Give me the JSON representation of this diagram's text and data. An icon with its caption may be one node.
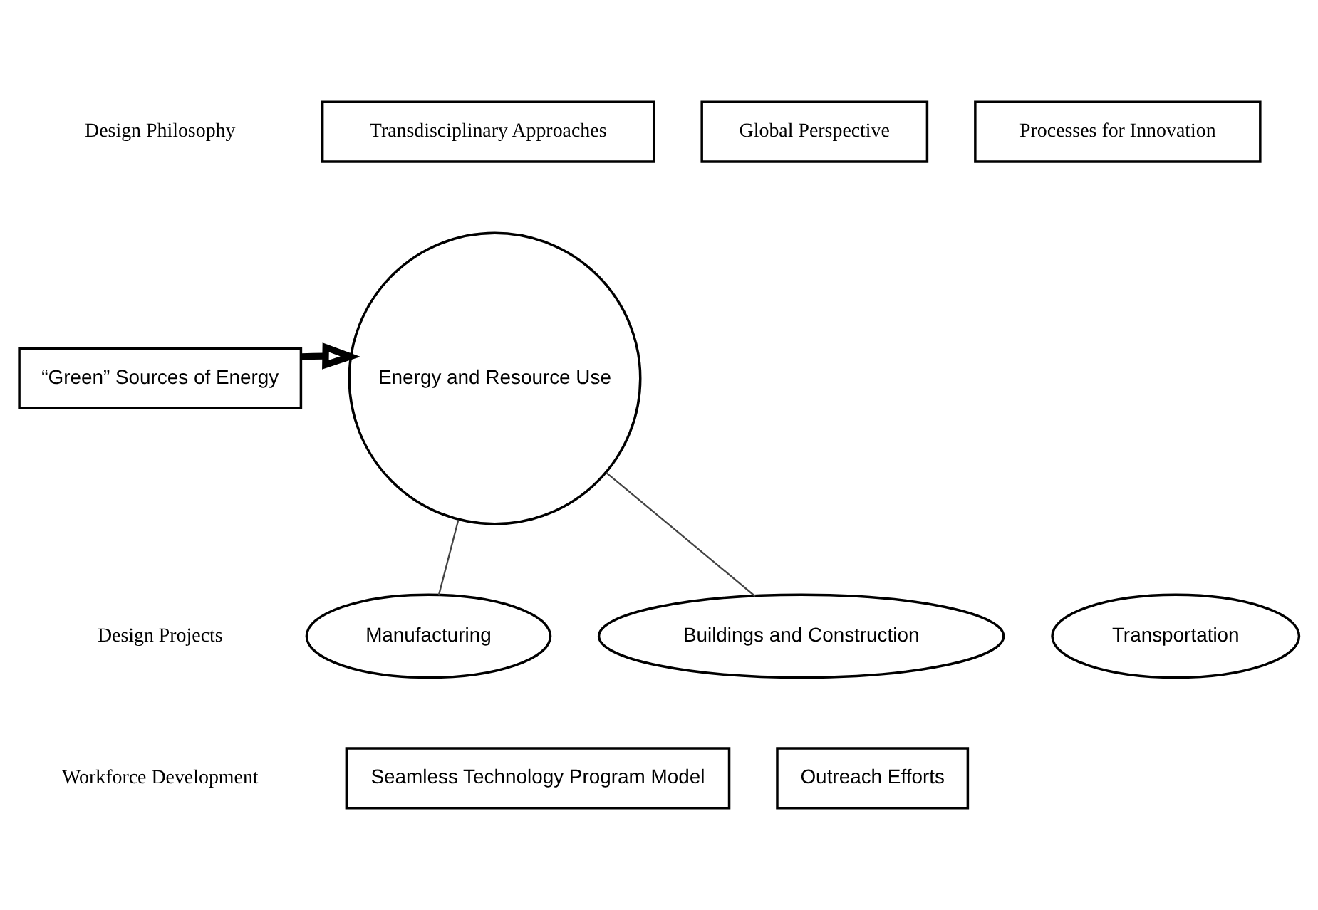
{
  "diagram": {
    "nodes": [
      {
        "text": [
          "Transdisciplinary Approaches"
        ]
      },
      {
        "text": [
          "Global Perspective"
        ]
      },
      {
        "text": [
          "Processes for Innovation"
        ]
      },
      {
        "text": [
          "“Green” Sources of Energy"
        ]
      },
      {
        "text": [
          "Energy and Resource Use"
        ]
      },
      {
        "text": [
          "Manufacturing"
        ]
      },
      {
        "text": [
          "Buildings and Construction"
        ]
      },
      {
        "text": [
          "Transportation"
        ]
      },
      {
        "text": [
          "Seamless Technology Program Model"
        ]
      },
      {
        "text": [
          "Outreach Efforts"
        ]
      }
    ],
    "edges": [
      {
        "from": 3,
        "to": 4,
        "arrow": "to",
        "style": "thick"
      },
      {
        "from": 4,
        "to": 6,
        "arrow": "none"
      },
      {
        "from": 4,
        "to": 5,
        "arrow": "none"
      }
    ],
    "labels": [
      "Design Philosophy",
      "Design Projects",
      "Workforce Development"
    ]
  }
}
